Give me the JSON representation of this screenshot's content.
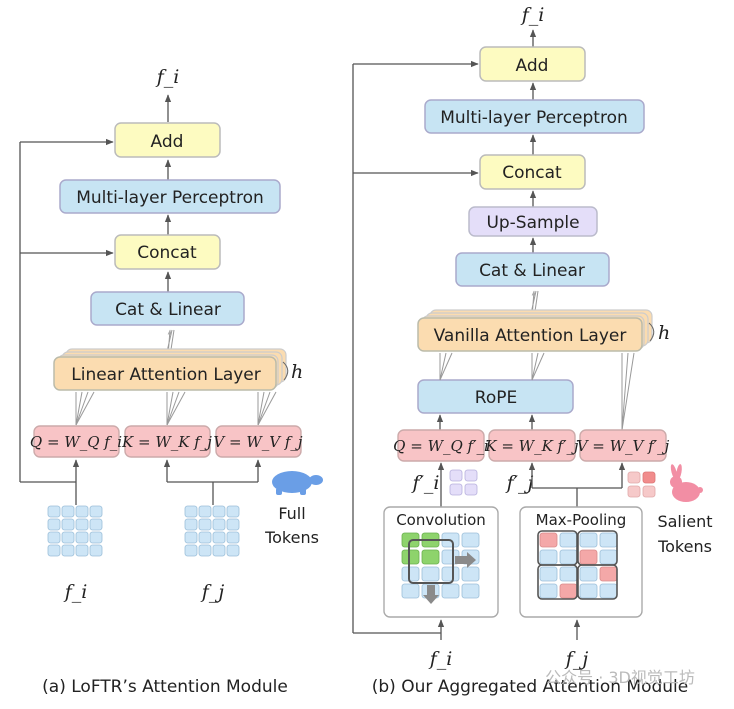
{
  "left": {
    "output": "f_i",
    "add": "Add",
    "mlp": "Multi-layer Perceptron",
    "concat": "Concat",
    "cat_linear": "Cat & Linear",
    "attention": "Linear Attention Layer",
    "heads": "h",
    "q": "Q = W_Q f_i",
    "k": "K = W_K f_j",
    "v": "V = W_V f_j",
    "input_i": "f_i",
    "input_j": "f_j",
    "tokens_line1": "Full",
    "tokens_line2": "Tokens",
    "caption": "(a) LoFTR’s Attention Module"
  },
  "right": {
    "output": "f_i",
    "add": "Add",
    "mlp": "Multi-layer Perceptron",
    "concat": "Concat",
    "upsample": "Up-Sample",
    "cat_linear": "Cat & Linear",
    "attention": "Vanilla Attention Layer",
    "heads": "h",
    "rope": "RoPE",
    "q": "Q = W_Q f′_i",
    "k": "K = W_K f′_j",
    "v": "V = W_V f′_j",
    "fi_prime": "f′_i",
    "fj_prime": "f′_j",
    "convolution": "Convolution",
    "maxpooling": "Max-Pooling",
    "input_i": "f_i",
    "input_j": "f_j",
    "tokens_line1": "Salient",
    "tokens_line2": "Tokens",
    "caption": "(b) Our Aggregated Attention Module"
  },
  "watermark": "公众号 · 3D视觉工坊",
  "colors": {
    "yellow": "#fdfbc1",
    "blue": "#c7e4f3",
    "orange": "#fbdcb0",
    "pink": "#f8c4c6",
    "purple": "#e4def9",
    "token": "#cde5f6",
    "green": "#8ed36c",
    "red": "#f18c8c"
  }
}
